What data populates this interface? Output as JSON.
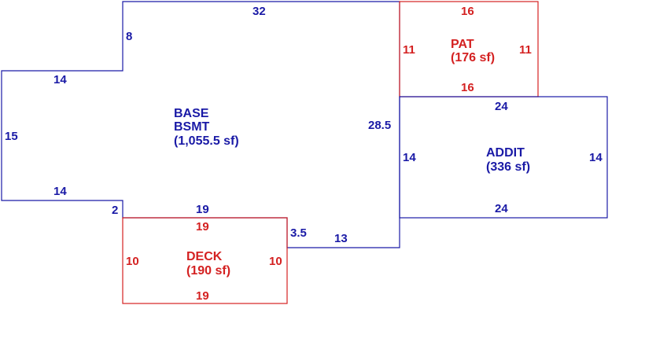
{
  "colors": {
    "primary": "#1a1aa6",
    "secondary": "#d42121",
    "background": "#ffffff"
  },
  "areas": {
    "base": {
      "name_line1": "BASE",
      "name_line2": "BSMT",
      "area": "(1,055.5 sf)"
    },
    "pat": {
      "name": "PAT",
      "area": "(176 sf)"
    },
    "addit": {
      "name": "ADDIT",
      "area": "(336 sf)"
    },
    "deck": {
      "name": "DECK",
      "area": "(190 sf)"
    }
  },
  "dimensions": {
    "base_top": "32",
    "base_step_left": "8",
    "base_upper_left": "14",
    "base_left": "15",
    "base_lower_left": "14",
    "base_step_small": "2",
    "base_bottom_mid": "19",
    "base_step_right": "3.5",
    "base_bottom_right": "13",
    "base_right": "28.5",
    "pat_top": "16",
    "pat_left": "11",
    "pat_right": "11",
    "pat_bottom": "16",
    "addit_top": "24",
    "addit_left": "14",
    "addit_right": "14",
    "addit_bottom": "24",
    "deck_top": "19",
    "deck_left": "10",
    "deck_right": "10",
    "deck_bottom": "19"
  }
}
